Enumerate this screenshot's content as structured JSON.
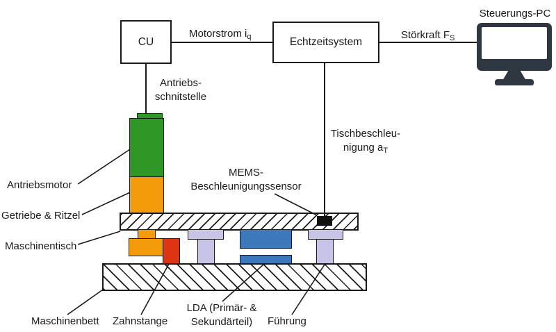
{
  "diagram": {
    "boxes": {
      "cu": "CU",
      "realtime_system": "Echtzeitsystem",
      "pc_label": "Steuerungs-PC"
    },
    "signals": {
      "motor_current": {
        "text": "Motorstrom i",
        "sub": "q"
      },
      "disturbance_force": {
        "text": "Störkraft F",
        "sub": "S"
      },
      "drive_interface": {
        "line1": "Antriebs-",
        "line2": "schnitstelle"
      },
      "table_acceleration": {
        "line1": "Tischbeschleu-",
        "line2": "nigung a",
        "sub": "T"
      }
    },
    "labels": {
      "mems": {
        "line1": "MEMS-",
        "line2": "Beschleunigungssensor"
      },
      "drive_motor": "Antriebsmotor",
      "gear_pinion": "Getriebe & Ritzel",
      "machine_table": "Maschinentisch",
      "machine_bed": "Maschinenbett",
      "rack": "Zahnstange",
      "lda": {
        "line1": "LDA (Primär- &",
        "line2": "Sekundärteil)"
      },
      "guide": "Führung"
    },
    "colors": {
      "motor_green": "#2f9726",
      "gear_orange": "#f49b0b",
      "rack_red": "#dd3513",
      "lda_blue": "#3d78ba",
      "guide_lavender": "#c7c4e8",
      "sensor_black": "#111111",
      "pc_dark": "#2f3842",
      "line_black": "#1a1a1a"
    }
  }
}
